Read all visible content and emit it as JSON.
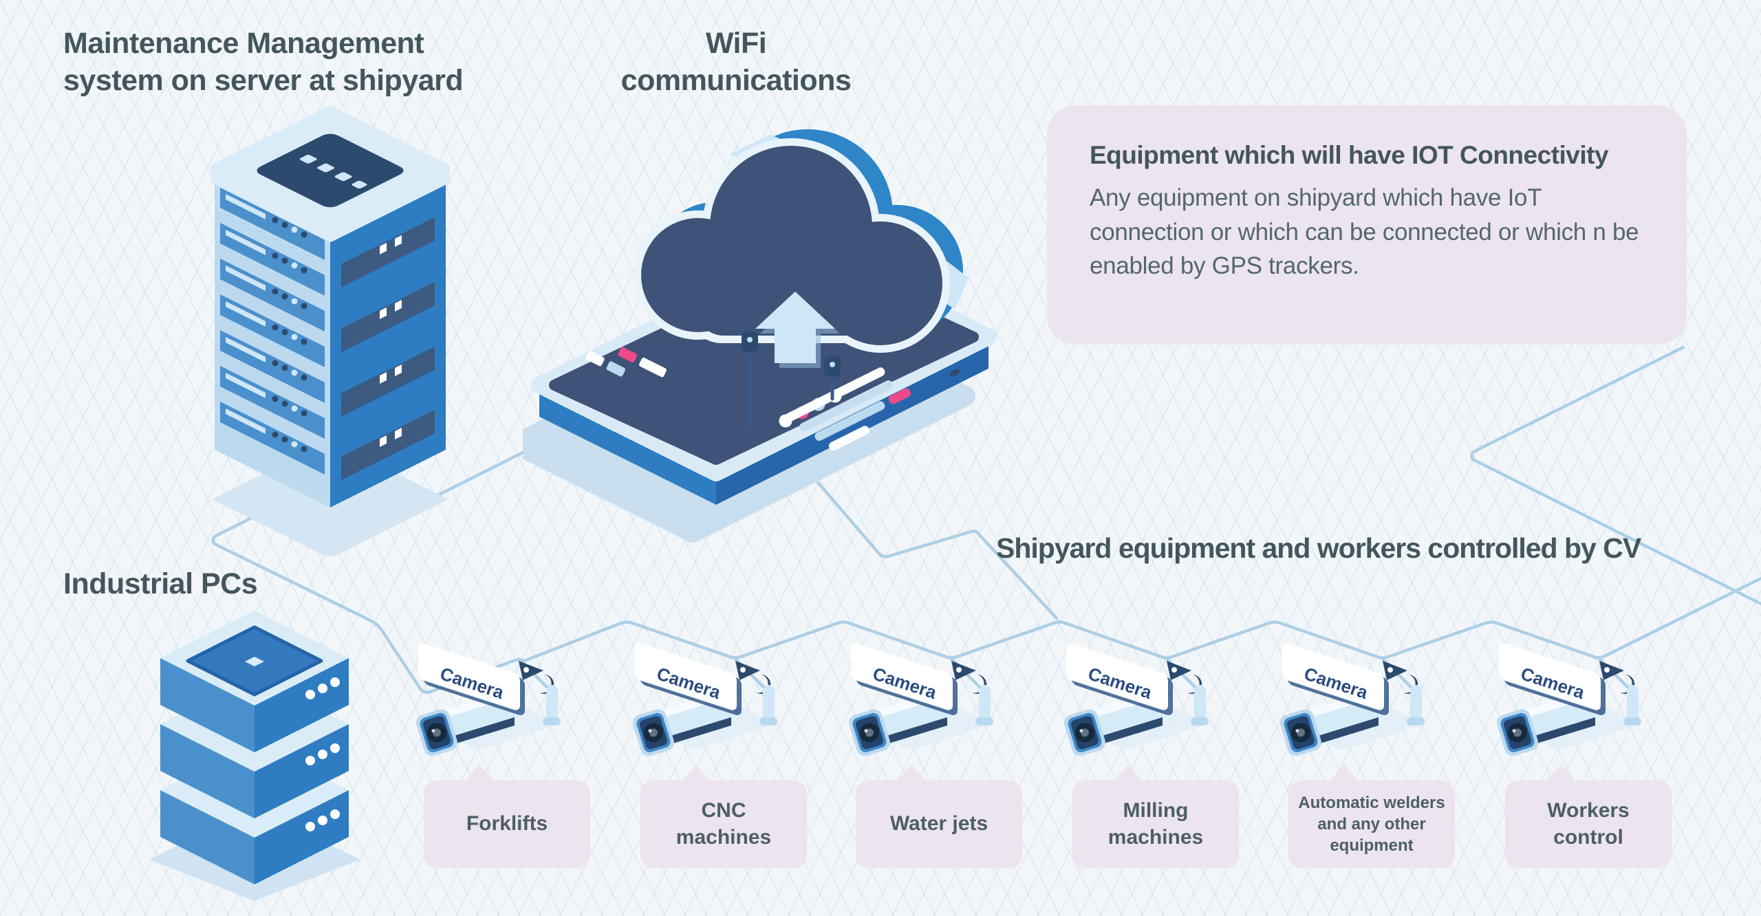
{
  "headings": {
    "maintenance": "Maintenance Management\nsystem on server at shipyard",
    "wifi": "WiFi\ncommunications",
    "industrial_pcs": "Industrial PCs",
    "shipyard_cv": "Shipyard equipment and workers controlled by CV"
  },
  "info_box": {
    "title": "Equipment which will have IOT Connectivity",
    "body": "Any equipment on shipyard which have IoT connection or which can be connected or which n be enabled by GPS trackers."
  },
  "camera_label": "Camera",
  "equipment_labels": [
    {
      "label": "Forklifts"
    },
    {
      "label": "CNC\nmachines"
    },
    {
      "label": "Water jets"
    },
    {
      "label": "Milling\nmachines"
    },
    {
      "label": "Automatic welders\nand any other\nequipment"
    },
    {
      "label": "Workers\ncontrol"
    }
  ],
  "colors": {
    "background": "#f2f6f9",
    "panel_lavender": "#ece4ee",
    "connector_line": "#aecfe4",
    "heading_text": "#44565c",
    "body_text": "#53676e",
    "navy": "#2d4a6e",
    "screen_navy": "#3e5377",
    "blue": "#2e7cc2",
    "mid_blue": "#4a90cc",
    "light_blue": "#cfe7f6",
    "accent_pink": "#ee4a8b",
    "sign_text": "#2b4d80"
  }
}
